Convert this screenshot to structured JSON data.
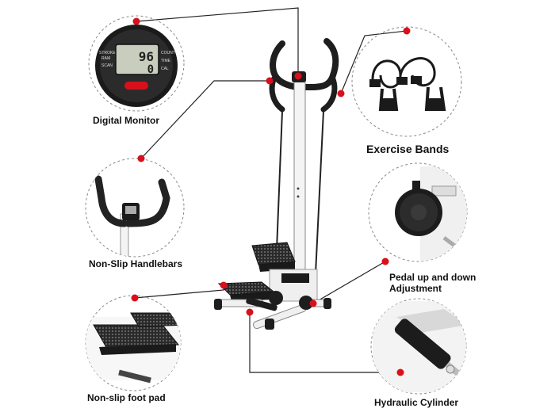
{
  "monitor": {
    "mode_labels": [
      "STROKE",
      "RAM",
      "SCAN"
    ],
    "readout_labels": [
      "COUNT",
      "TIME",
      "CAL"
    ],
    "digits_top": "96",
    "digits_bottom": "0"
  },
  "labels": {
    "digital_monitor": "Digital Monitor",
    "exercise_bands": "Exercise Bands",
    "handlebars": "Non-Slip Handlebars",
    "pedal_line1": "Pedal up and down",
    "pedal_line2": "Adjustment",
    "foot_pad": "Non-slip foot pad",
    "hydraulic": "Hydraulic Cylinder"
  },
  "colors": {
    "accent_dot": "#d8101c",
    "frame": "#f2f2f2",
    "black": "#1c1c1c"
  }
}
